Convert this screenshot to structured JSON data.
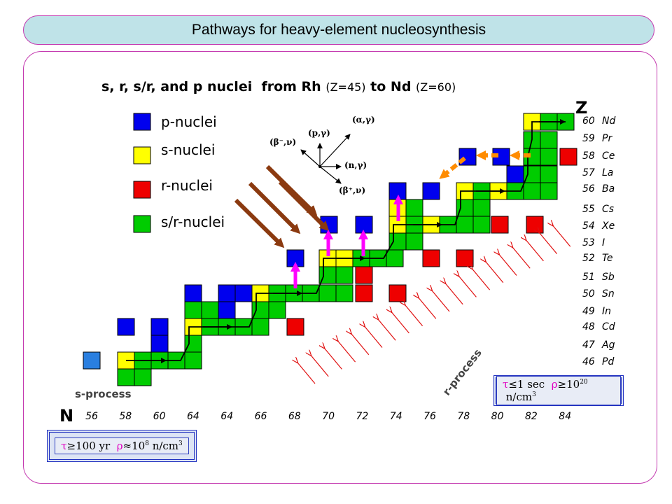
{
  "title": "Pathways for heavy-element nucleosynthesis",
  "subtitle_parts": {
    "prefix": "s, r, s/r, and p nuclei  from Rh ",
    "z1": "(Z=45)",
    "mid": " to Nd ",
    "z2": "(Z=60)"
  },
  "legend": [
    {
      "label": "p-nuclei",
      "color": "#0000ee"
    },
    {
      "label": "s-nuclei",
      "color": "#ffff00"
    },
    {
      "label": "r-nuclei",
      "color": "#ee0000"
    },
    {
      "label": "s/r-nuclei",
      "color": "#00cc00"
    }
  ],
  "colors": {
    "p": "#0000ee",
    "s": "#ffff00",
    "r": "#ee0000",
    "sr": "#00cc00",
    "p_light": "#2a7fe0",
    "magenta": "#ff00ff",
    "brown": "#8b3a10",
    "orange": "#ff8c00",
    "rproc": "#e01010"
  },
  "axis": {
    "z_label": "Z",
    "n_label": "N",
    "n_ticks": [
      "56",
      "58",
      "60",
      "64",
      "64",
      "66",
      "68",
      "70",
      "72",
      "74",
      "76",
      "78",
      "80",
      "82",
      "84"
    ],
    "elements": [
      {
        "z": "60",
        "sym": "Nd"
      },
      {
        "z": "59",
        "sym": "Pr"
      },
      {
        "z": "58",
        "sym": "Ce"
      },
      {
        "z": "57",
        "sym": "La"
      },
      {
        "z": "56",
        "sym": "Ba"
      },
      {
        "z": "55",
        "sym": "Cs"
      },
      {
        "z": "54",
        "sym": "Xe"
      },
      {
        "z": "53",
        "sym": "I"
      },
      {
        "z": "52",
        "sym": "Te"
      },
      {
        "z": "51",
        "sym": "Sb"
      },
      {
        "z": "50",
        "sym": "Sn"
      },
      {
        "z": "49",
        "sym": "In"
      },
      {
        "z": "48",
        "sym": "Cd"
      },
      {
        "z": "47",
        "sym": "Ag"
      },
      {
        "z": "46",
        "sym": "Pd"
      }
    ]
  },
  "reactions": {
    "alpha": "(α,γ)",
    "p": "(p,γ)",
    "n": "(n,γ)",
    "beta_minus": "(β⁻,ν)",
    "beta_plus": "(β⁺,ν)"
  },
  "process_labels": {
    "s": "s-process",
    "r": "r-process"
  },
  "conditions": {
    "r_tau": "τ",
    "r_tau_rest": "≤1 sec  ",
    "r_rho": "ρ",
    "r_rho_rest": "≥10",
    "r_exp": "20",
    "r_unit": " n/cm",
    "r_unit_exp": "3",
    "s_tau": "τ",
    "s_tau_rest": "≥100 yr  ",
    "s_rho": "ρ",
    "s_rho_rest": "≈10",
    "s_exp": "8",
    "s_unit": " n/cm",
    "s_unit_exp": "3"
  }
}
